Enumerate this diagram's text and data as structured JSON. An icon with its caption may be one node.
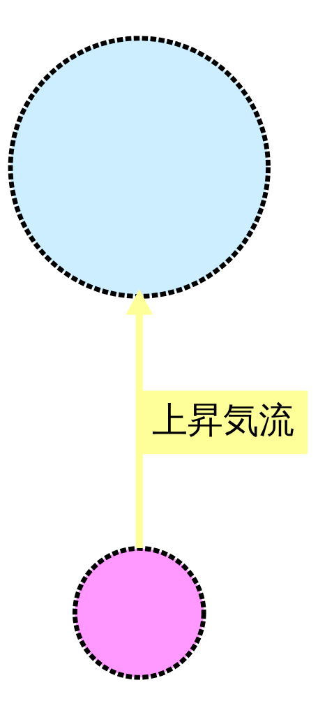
{
  "diagram": {
    "nodes": [
      {
        "text": [],
        "shape": "circle"
      },
      {
        "text": [],
        "shape": "circle"
      }
    ],
    "edges": [
      {
        "from": 1,
        "to": 0,
        "arrow": "to",
        "label": "上昇気流",
        "color": "#ffff99"
      }
    ]
  }
}
